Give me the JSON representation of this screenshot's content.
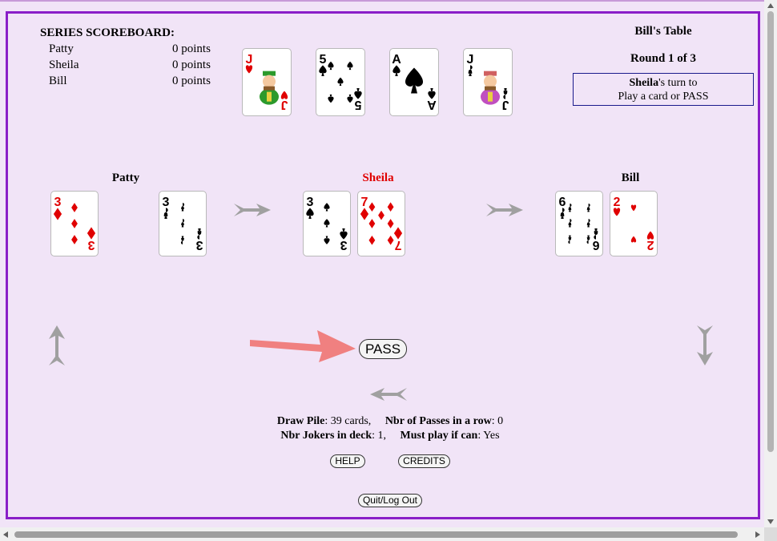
{
  "scoreboard": {
    "title": "SERIES SCOREBOARD:",
    "rows": [
      {
        "name": "Patty",
        "score": "0 points"
      },
      {
        "name": "Sheila",
        "score": "0 points"
      },
      {
        "name": "Bill",
        "score": "0 points"
      }
    ]
  },
  "table": {
    "title": "Bill's Table",
    "round": "Round 1 of 3",
    "turn_player": "Sheila",
    "turn_suffix": "'s turn to",
    "turn_action": "Play a card or PASS"
  },
  "top_cards": [
    {
      "rank": "J",
      "suit": "heart",
      "color": "#e00000"
    },
    {
      "rank": "5",
      "suit": "spade",
      "color": "#000000"
    },
    {
      "rank": "A",
      "suit": "spade",
      "color": "#000000"
    },
    {
      "rank": "J",
      "suit": "club",
      "color": "#000000"
    }
  ],
  "players": [
    {
      "name": "Patty",
      "color": "#000000"
    },
    {
      "name": "Sheila",
      "color": "#e00000"
    },
    {
      "name": "Bill",
      "color": "#000000"
    }
  ],
  "table_cards": [
    {
      "rank": "3",
      "suit": "diamond",
      "color": "#e00000"
    },
    {
      "rank": "3",
      "suit": "club",
      "color": "#000000"
    },
    {
      "rank": "3",
      "suit": "spade",
      "color": "#000000"
    },
    {
      "rank": "7",
      "suit": "diamond",
      "color": "#e00000"
    },
    {
      "rank": "6",
      "suit": "club",
      "color": "#000000"
    },
    {
      "rank": "2",
      "suit": "heart",
      "color": "#e00000"
    }
  ],
  "buttons": {
    "pass": "PASS",
    "help": "HELP",
    "credits": "CREDITS",
    "quit": "Quit/Log Out"
  },
  "stats": {
    "draw_pile_label": "Draw Pile",
    "draw_pile_value": ": 39 cards,",
    "passes_label": "Nbr of Passes in a row",
    "passes_value": ": 0",
    "jokers_label": "Nbr Jokers in deck",
    "jokers_value": ": 1,",
    "must_play_label": "Must play if can",
    "must_play_value": ": Yes"
  },
  "colors": {
    "frame": "#8a1ec8",
    "background": "#f1e4f7",
    "pointer_arrow": "#f08080",
    "direction_arrow": "#a0a0a0"
  }
}
